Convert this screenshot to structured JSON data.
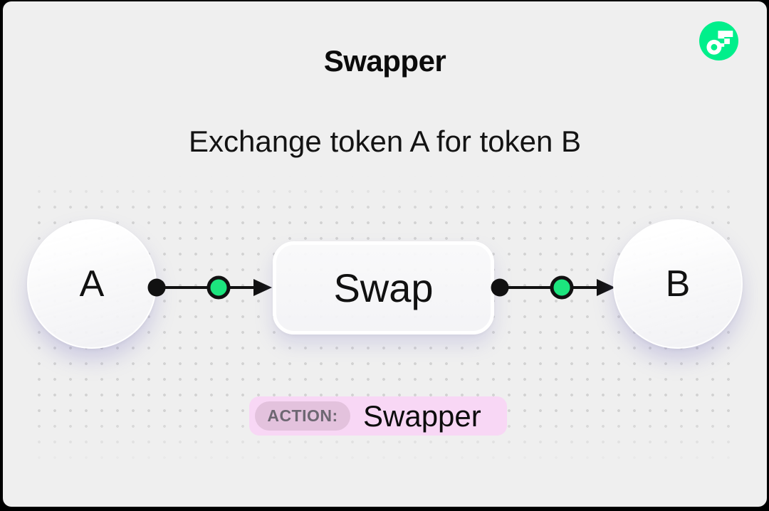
{
  "header": {
    "title": "Swapper",
    "subtitle": "Exchange token A for token B"
  },
  "brand": {
    "logo_icon": "flow-logo-icon"
  },
  "diagram": {
    "nodes": [
      {
        "id": "token-a",
        "type": "circle",
        "label": "A"
      },
      {
        "id": "swap",
        "type": "box",
        "label": "Swap"
      },
      {
        "id": "token-b",
        "type": "circle",
        "label": "B"
      }
    ],
    "connectors": [
      {
        "from": "token-a",
        "to": "swap",
        "style": "black-dot, green-node, arrowhead"
      },
      {
        "from": "swap",
        "to": "token-b",
        "style": "black-dot, green-node, arrowhead"
      }
    ]
  },
  "action_badge": {
    "label": "ACTION:",
    "value": "Swapper"
  },
  "colors": {
    "bg_gray": "#efefef",
    "dot_gray": "#d2d2d2",
    "accent_green": "#1ce57e",
    "logo_green": "#00ef8b",
    "badge_pink": "#f8d7f5",
    "badge_label_pink": "#e3c2dd",
    "line_black": "#111111"
  }
}
